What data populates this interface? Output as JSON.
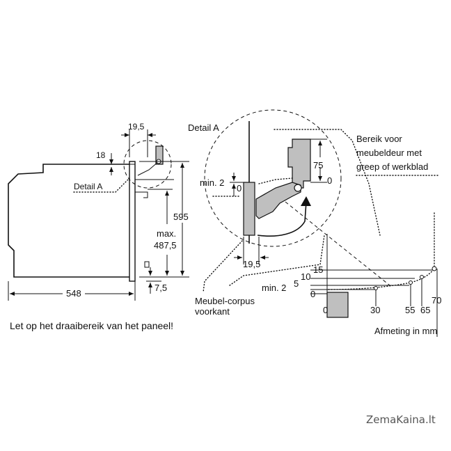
{
  "labels": {
    "dim_19_5_top": "19,5",
    "dim_18": "18",
    "detail_a_small": "Detail A",
    "dim_595": "595",
    "dim_max": "max.",
    "dim_487_5": "487,5",
    "dim_7_5": "7,5",
    "dim_548": "548",
    "detail_a_large": "Detail A",
    "dim_75": "75",
    "dim_min_2_left": "min. 2",
    "dim_0_left": "0",
    "dim_0_right": "0",
    "dim_19_5_bottom": "19,5",
    "reach_line1": "Bereik voor",
    "reach_line2": "meubeldeur met",
    "reach_line3": "greep of werkblad",
    "cabinet_line1": "Meubel-corpus",
    "cabinet_line2": "voorkant",
    "scale_15": "15",
    "scale_10": "10",
    "scale_5": "5",
    "scale_min_2": "min. 2",
    "scale_0": "0",
    "scale_0_bottom": "0",
    "scale_30": "30",
    "scale_55": "55",
    "scale_65": "65",
    "scale_70": "70",
    "note": "Let op het draaibereik van het paneel!",
    "unit_note": "Afmeting in mm",
    "watermark": "ZemaKaina.lt"
  },
  "colors": {
    "line": "#111111",
    "fill_grey": "#bfbfbf",
    "watermark": "#555555"
  }
}
